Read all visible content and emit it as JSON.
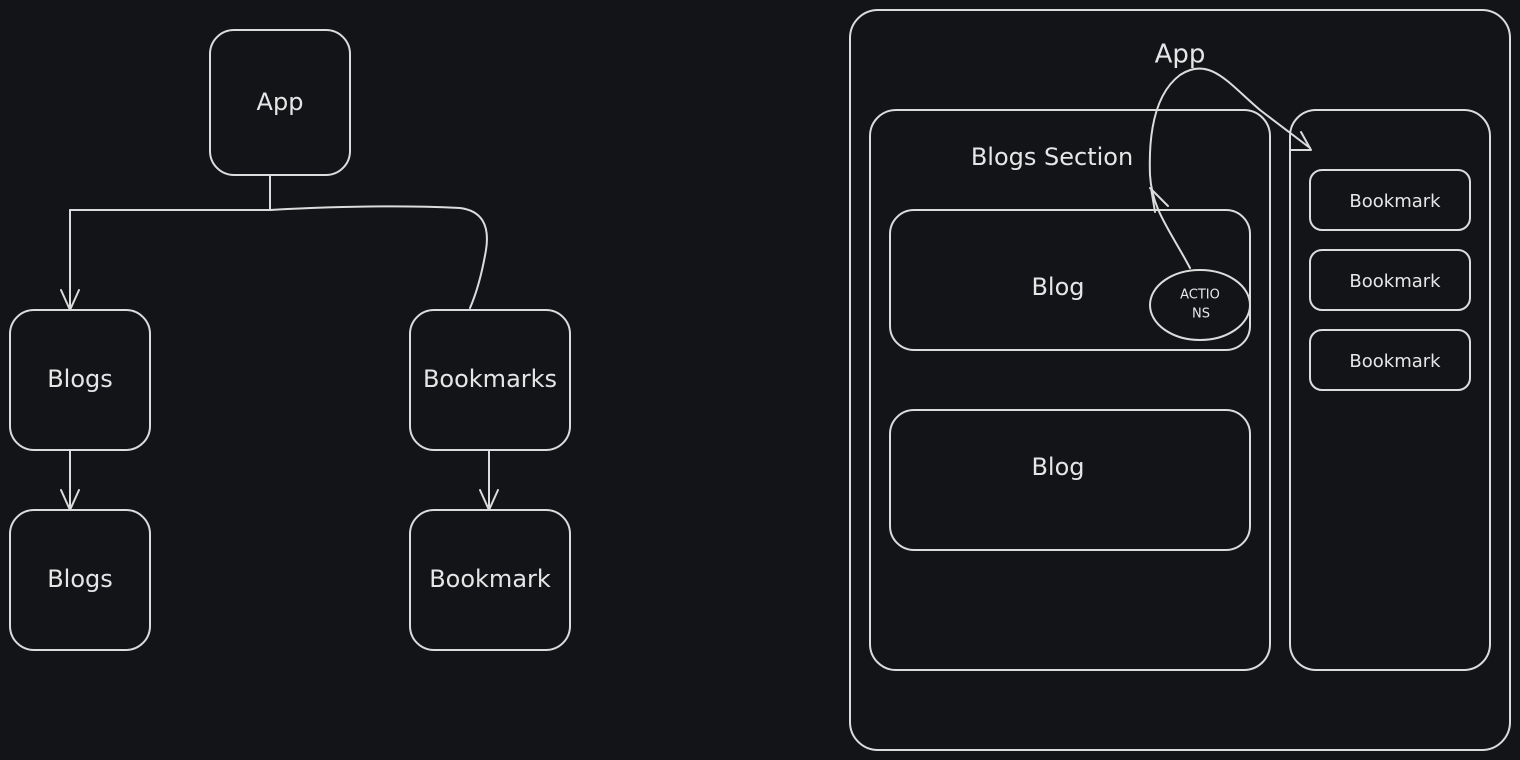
{
  "tree": {
    "app": "App",
    "blogs_parent": "Blogs",
    "bookmarks_parent": "Bookmarks",
    "blogs_child": "Blogs",
    "bookmark_child": "Bookmark"
  },
  "layout_sketch": {
    "app_title": "App",
    "blogs_section_title": "Blogs Section",
    "blog_cards": [
      "Blog",
      "Blog"
    ],
    "actions_badge": [
      "ACTIO",
      "NS"
    ],
    "bookmarks": [
      "Bookmark",
      "Bookmark",
      "Bookmark"
    ]
  },
  "colors": {
    "background": "#121417",
    "stroke": "#dcdcdc",
    "text": "#e6e6e6"
  }
}
